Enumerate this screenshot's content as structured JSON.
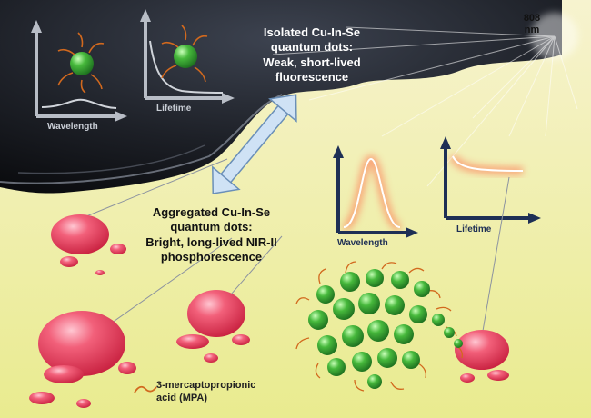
{
  "labels": {
    "isolated": [
      "Isolated Cu-In-Se",
      "quantum dots:",
      "Weak, short-lived",
      "fluorescence"
    ],
    "aggregated": [
      "Aggregated Cu-In-Se",
      "quantum dots:",
      "Bright, long-lived NIR-II",
      "phosphorescence"
    ],
    "ligand": [
      "3-mercaptopropionic",
      "acid (MPA)"
    ],
    "excitation": [
      "808",
      "nm"
    ]
  },
  "axes": {
    "dark_spectrum_x": "Wavelength",
    "dark_decay_x": "Lifetime",
    "light_spectrum_x": "Wavelength",
    "light_decay_x": "Lifetime"
  },
  "colors": {
    "dark_region": "#15181d",
    "light_region": "#f2f0b8",
    "droplet": "#e8405a",
    "quantum_dot": "#3fb03a",
    "ligand": "#d2691e",
    "glow_curve": "#ff6a4a",
    "axis_dark": "#b8bdc6",
    "axis_light": "#1e2f55"
  },
  "icons": [
    "light-beam-icon",
    "double-arrow-icon",
    "quantum-dot-icon",
    "droplet-icon",
    "ligand-strand-icon"
  ]
}
